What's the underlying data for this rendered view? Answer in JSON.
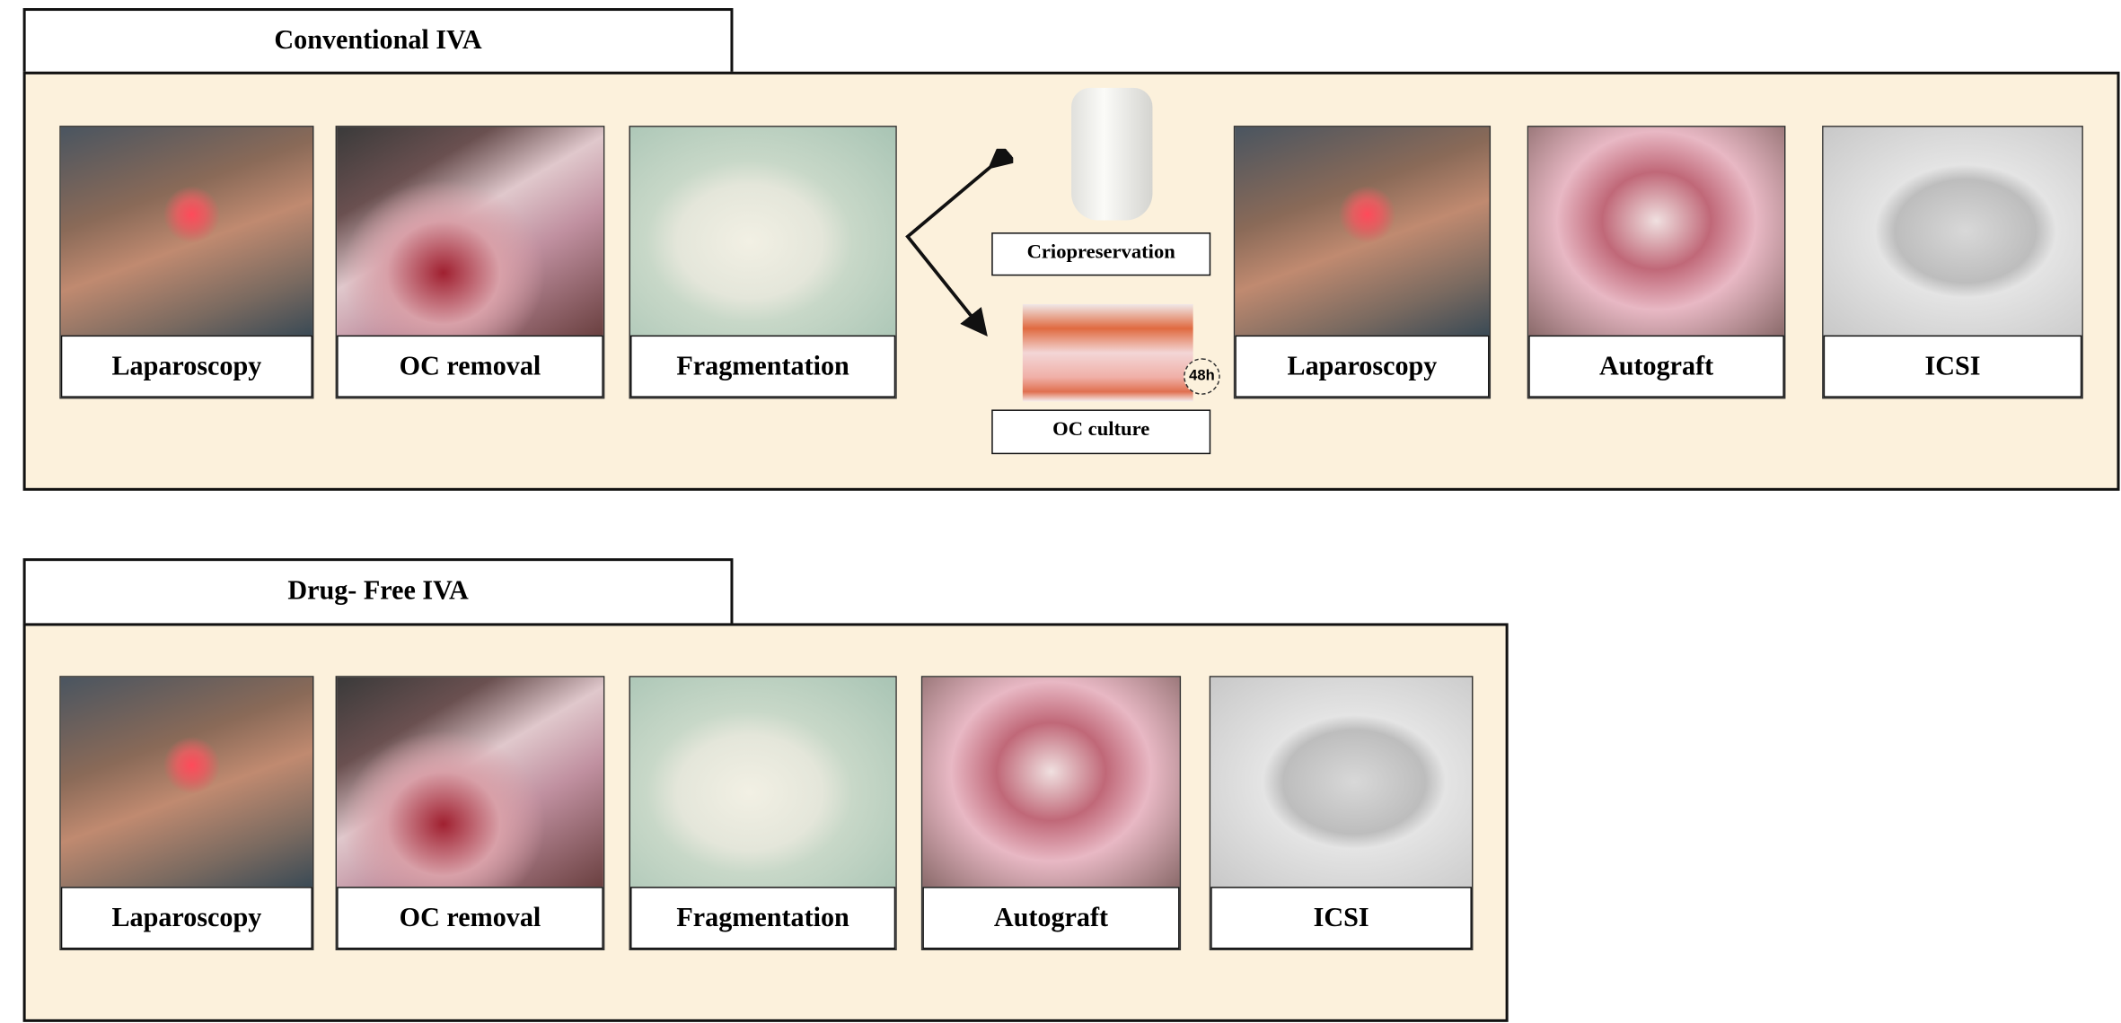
{
  "conventional": {
    "title": "Conventional IVA",
    "steps": [
      "Laparoscopy",
      "OC removal",
      "Fragmentation",
      "Laparoscopy",
      "Autograft",
      "ICSI"
    ],
    "branch": {
      "top": "Criopreservation",
      "bottom": "OC culture",
      "duration": "48h"
    }
  },
  "drug_free": {
    "title": "Drug- Free IVA",
    "steps": [
      "Laparoscopy",
      "OC removal",
      "Fragmentation",
      "Autograft",
      "ICSI"
    ]
  },
  "colors": {
    "panel": "#fcf1dc",
    "border": "#111111"
  }
}
